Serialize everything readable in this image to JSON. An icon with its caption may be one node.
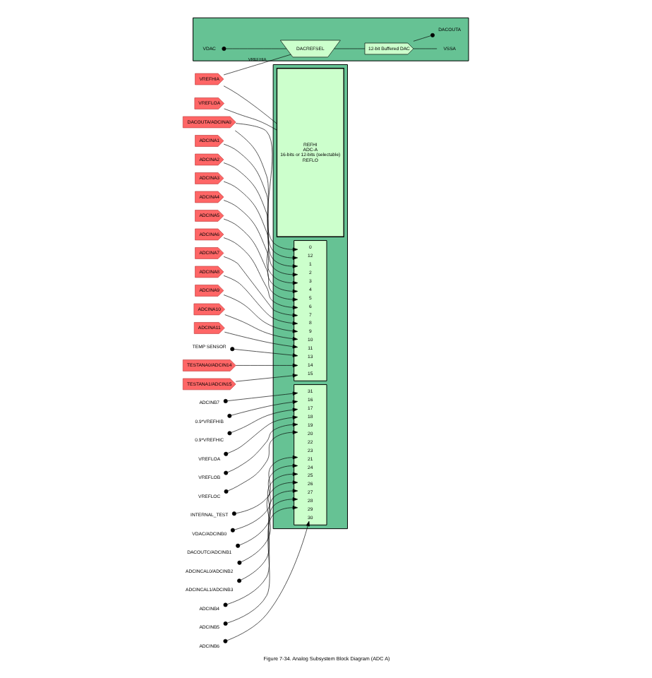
{
  "diagram": {
    "caption": "Figure 7-34. Analog Subsystem Block Diagram (ADC A)",
    "nodes": [
      {
        "text": [
          "VREFHIA"
        ]
      },
      {
        "text": [
          "DACOUTA/ADCINA0"
        ]
      },
      {
        "text": [
          "ADCINA1"
        ]
      },
      {
        "text": [
          "ADCINA2"
        ]
      },
      {
        "text": [
          "ADCINA3"
        ]
      },
      {
        "text": [
          "ADCINA4"
        ]
      },
      {
        "text": [
          "ADCINA5"
        ]
      },
      {
        "text": [
          "ADCINA6"
        ]
      },
      {
        "text": [
          "ADCINA7"
        ]
      },
      {
        "text": [
          "ADCINA8"
        ]
      },
      {
        "text": [
          "ADCINA9"
        ]
      },
      {
        "text": [
          "ADCINA10"
        ]
      },
      {
        "text": [
          "ADCINA11"
        ]
      },
      {
        "text": [
          "TEMP SENSOR"
        ]
      },
      {
        "text": [
          "TESTANA0/ADCIN14"
        ]
      },
      {
        "text": [
          "TESTANA1/ADCIN15"
        ]
      },
      {
        "text": [
          "0.9*VREFHIB"
        ]
      },
      {
        "text": [
          "0.9*VREFHIC"
        ]
      },
      {
        "text": [
          "VREFLOA"
        ]
      },
      {
        "text": [
          "VREFLOB"
        ]
      },
      {
        "text": [
          "VREFLOC"
        ]
      },
      {
        "text": [
          "INTERNAL_TEST"
        ]
      },
      {
        "text": [
          "VDAC/ADCINB0"
        ]
      },
      {
        "text": [
          "DACOUTC/ADCINB1"
        ]
      },
      {
        "text": [
          "ADCINCAL0/ADCINB2"
        ]
      },
      {
        "text": [
          "ADCINCAL1/ADCINB3"
        ]
      },
      {
        "text": [
          "ADCINB4"
        ]
      },
      {
        "text": [
          "ADCINB5"
        ]
      },
      {
        "text": [
          "ADCINB6"
        ]
      },
      {
        "text": [
          "ADCINB7"
        ]
      },
      {
        "text": [
          "VREFLOA"
        ]
      },
      {
        "text": [],
        "shape": "box"
      },
      {
        "text": [],
        "shape": "box",
        "in": 31
      },
      {
        "text": [
          "0"
        ],
        "in": 32
      },
      {
        "text": [
          "1"
        ],
        "in": 32
      },
      {
        "text": [
          "2"
        ],
        "in": 32
      },
      {
        "text": [
          "3"
        ],
        "in": 32
      },
      {
        "text": [
          "4"
        ],
        "in": 32
      },
      {
        "text": [
          "5"
        ],
        "in": 32
      },
      {
        "text": [
          "6"
        ],
        "in": 32
      },
      {
        "text": [
          "7"
        ],
        "in": 32
      },
      {
        "text": [
          "8"
        ],
        "in": 32
      },
      {
        "text": [
          "9"
        ],
        "in": 32
      },
      {
        "text": [
          "10"
        ],
        "in": 32
      },
      {
        "text": [
          "11"
        ],
        "in": 32
      },
      {
        "text": [
          "12"
        ],
        "in": 32
      },
      {
        "text": [
          "13"
        ],
        "in": 32
      },
      {
        "text": [
          "14"
        ],
        "in": 32
      },
      {
        "text": [
          "15"
        ],
        "in": 32
      },
      {
        "text": [],
        "shape": "box",
        "in": 31
      },
      {
        "text": [
          "16"
        ],
        "in": 49
      },
      {
        "text": [
          "17"
        ],
        "in": 49
      },
      {
        "text": [
          "18"
        ],
        "in": 49
      },
      {
        "text": [
          "19"
        ],
        "in": 49
      },
      {
        "text": [
          "20"
        ],
        "in": 49
      },
      {
        "text": [
          "21"
        ],
        "in": 49
      },
      {
        "text": [
          "22"
        ],
        "in": 49
      },
      {
        "text": [
          "23"
        ],
        "in": 49
      },
      {
        "text": [
          "24"
        ],
        "in": 49
      },
      {
        "text": [
          "25"
        ],
        "in": 49
      },
      {
        "text": [
          "26"
        ],
        "in": 49
      },
      {
        "text": [
          "27"
        ],
        "in": 49
      },
      {
        "text": [
          "28"
        ],
        "in": 49
      },
      {
        "text": [
          "29"
        ],
        "in": 49
      },
      {
        "text": [
          "30"
        ],
        "in": 49
      },
      {
        "text": [
          "31"
        ],
        "in": 49
      },
      {
        "text": [
          "REFHI",
          "ADC-A",
          "16-bits or 12-bits (selectable)",
          "REFLO"
        ],
        "in": 31
      },
      {
        "text": [],
        "shape": "box"
      },
      {
        "text": [
          "VDAC"
        ],
        "in": 67
      },
      {
        "text": [
          "DACREFSEL"
        ],
        "in": 67
      },
      {
        "text": [
          "12-bit Buffered DAC"
        ],
        "in": 67
      },
      {
        "text": [
          "VSSA"
        ],
        "in": 67
      },
      {
        "text": [
          "DACOUTA"
        ],
        "in": 67
      }
    ],
    "edges": [
      {
        "from": 0,
        "to": 66,
        "arrow": "none"
      },
      {
        "from": 0,
        "to": 69,
        "arrow": "none",
        "label": "VREFHIA"
      },
      {
        "from": 1,
        "to": 33,
        "arrow": "to"
      },
      {
        "from": 1,
        "to": 45,
        "arrow": "to"
      },
      {
        "from": 2,
        "to": 34,
        "arrow": "to"
      },
      {
        "from": 3,
        "to": 35,
        "arrow": "to"
      },
      {
        "from": 4,
        "to": 36,
        "arrow": "to"
      },
      {
        "from": 5,
        "to": 37,
        "arrow": "to"
      },
      {
        "from": 6,
        "to": 38,
        "arrow": "to"
      },
      {
        "from": 7,
        "to": 39,
        "arrow": "to"
      },
      {
        "from": 8,
        "to": 40,
        "arrow": "to"
      },
      {
        "from": 9,
        "to": 41,
        "arrow": "to"
      },
      {
        "from": 10,
        "to": 42,
        "arrow": "to"
      },
      {
        "from": 11,
        "to": 43,
        "arrow": "to"
      },
      {
        "from": 12,
        "to": 44,
        "arrow": "to"
      },
      {
        "from": 13,
        "to": 46,
        "arrow": "to"
      },
      {
        "from": 14,
        "to": 47,
        "arrow": "to"
      },
      {
        "from": 15,
        "to": 48,
        "arrow": "to"
      },
      {
        "from": 16,
        "to": 50,
        "arrow": "to"
      },
      {
        "from": 17,
        "to": 51,
        "arrow": "to"
      },
      {
        "from": 18,
        "to": 52,
        "arrow": "to"
      },
      {
        "from": 19,
        "to": 53,
        "arrow": "to"
      },
      {
        "from": 20,
        "to": 54,
        "arrow": "to"
      },
      {
        "from": 21,
        "to": 55,
        "arrow": "to"
      },
      {
        "from": 22,
        "to": 58,
        "arrow": "to"
      },
      {
        "from": 23,
        "to": 59,
        "arrow": "to"
      },
      {
        "from": 24,
        "to": 60,
        "arrow": "to"
      },
      {
        "from": 25,
        "to": 61,
        "arrow": "to"
      },
      {
        "from": 26,
        "to": 62,
        "arrow": "to"
      },
      {
        "from": 27,
        "to": 63,
        "arrow": "to"
      },
      {
        "from": 28,
        "to": 64,
        "arrow": "to"
      },
      {
        "from": 29,
        "to": 65,
        "arrow": "to"
      },
      {
        "from": 30,
        "to": 66,
        "arrow": "none"
      },
      {
        "from": 68,
        "to": 69,
        "arrow": "other"
      },
      {
        "from": 69,
        "to": 70,
        "arrow": "none"
      },
      {
        "from": 70,
        "to": 72,
        "arrow": "other"
      },
      {
        "from": 70,
        "to": 71,
        "arrow": "none"
      }
    ]
  }
}
